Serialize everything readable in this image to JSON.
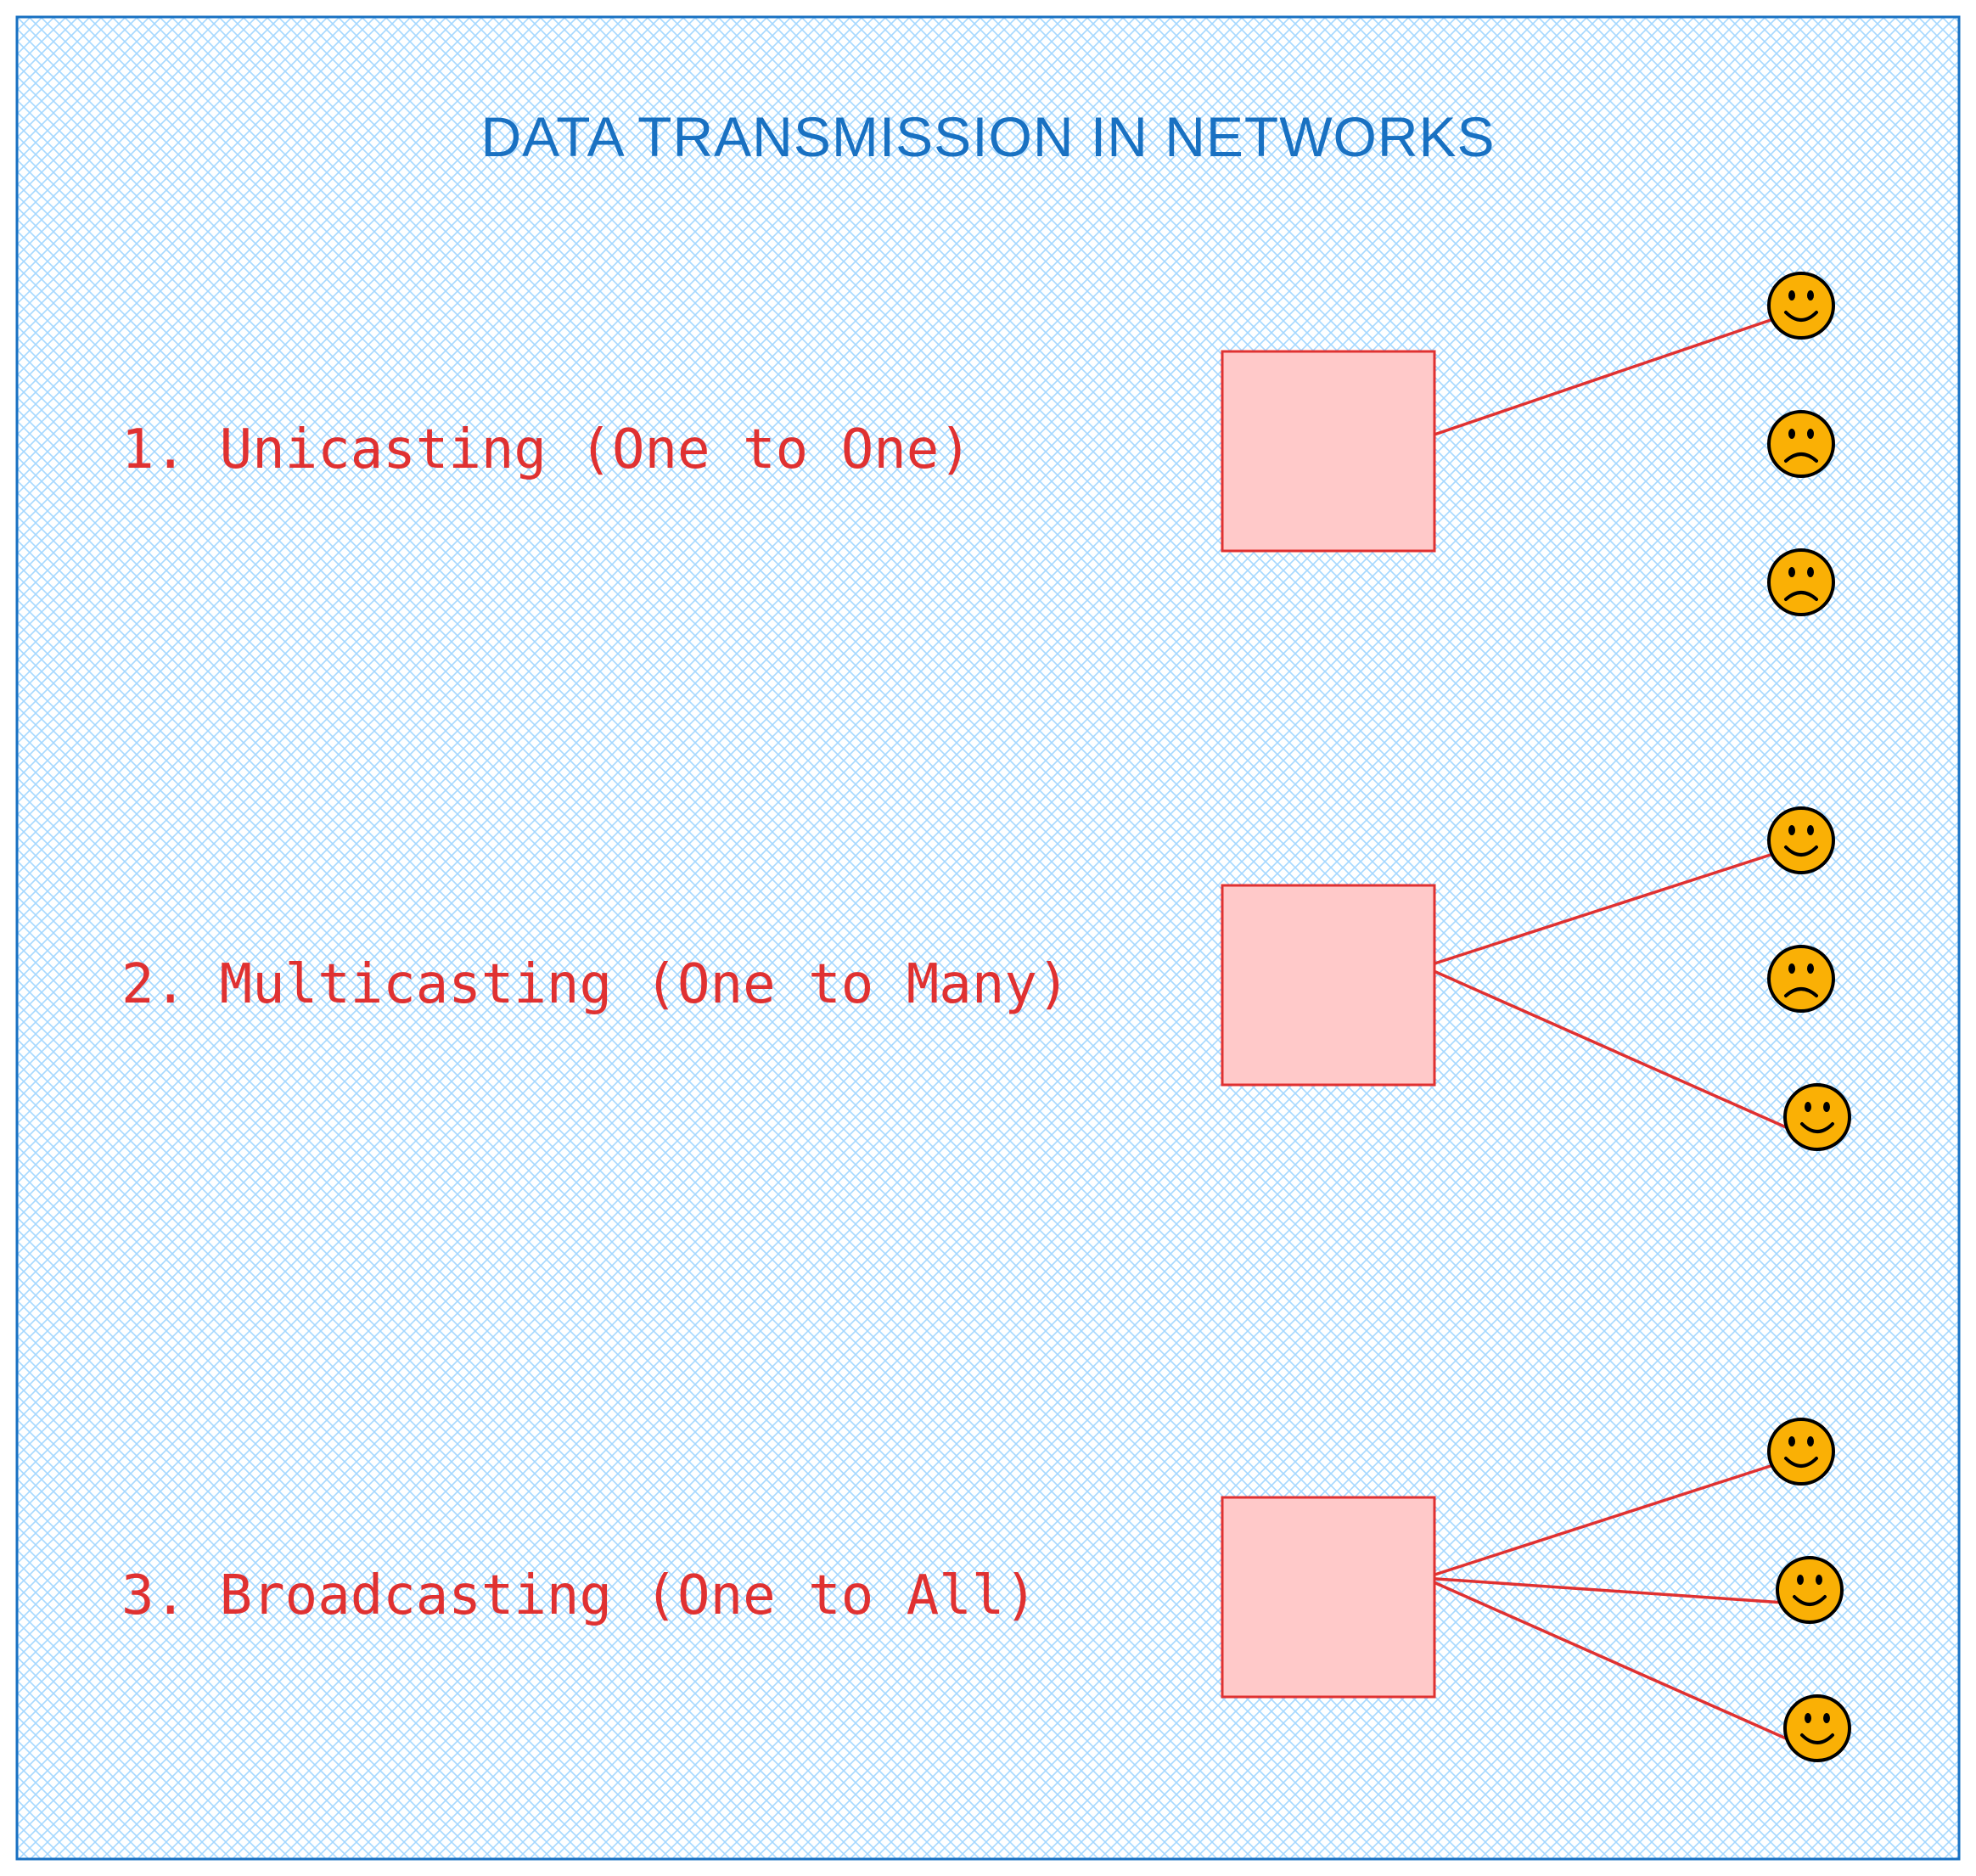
{
  "diagram": {
    "title": "DATA TRANSMISSION IN NETWORKS",
    "colors": {
      "frame_border": "#1971c2",
      "hatch": "#a5d8ff",
      "title": "#1971c2",
      "label": "#e03131",
      "box_fill": "#ffc9c9",
      "box_stroke": "#e03131",
      "link": "#e03131",
      "face_fill": "#fab005",
      "face_stroke": "#000000"
    },
    "sections": [
      {
        "label": "1. Unicasting (One to One)",
        "receivers": [
          {
            "mood": "smile",
            "connected": true
          },
          {
            "mood": "frown",
            "connected": false
          },
          {
            "mood": "frown",
            "connected": false
          }
        ]
      },
      {
        "label": "2. Multicasting (One to Many)",
        "receivers": [
          {
            "mood": "smile",
            "connected": true
          },
          {
            "mood": "frown",
            "connected": false
          },
          {
            "mood": "smile",
            "connected": true
          }
        ]
      },
      {
        "label": "3. Broadcasting (One to All)",
        "receivers": [
          {
            "mood": "smile",
            "connected": true
          },
          {
            "mood": "smile",
            "connected": true
          },
          {
            "mood": "smile",
            "connected": true
          }
        ]
      }
    ]
  }
}
